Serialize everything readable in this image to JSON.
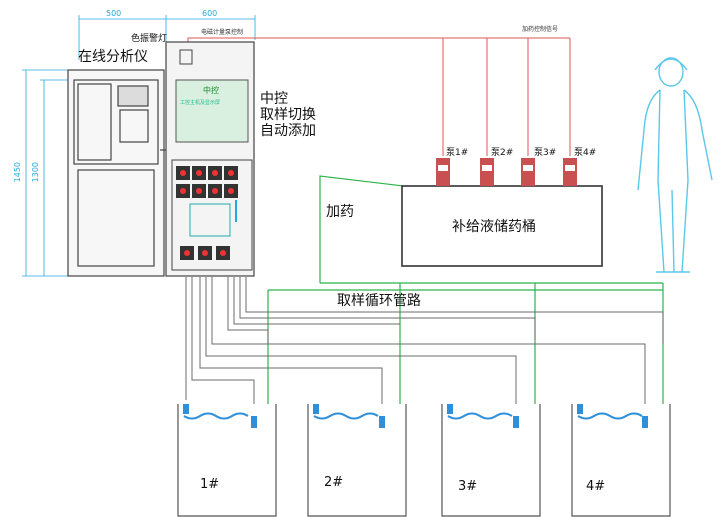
{
  "dimensions": {
    "width_a": "500",
    "width_b": "600",
    "height_outer": "1450",
    "height_inner": "1300"
  },
  "labels": {
    "analyzer": "在线分析仪",
    "alarm": "色振警灯",
    "signal_left": "电磁计量泵控制",
    "signal_right": "加药控制信号",
    "control_line1": "中控",
    "control_line2": "取样切换",
    "control_line3": "自动添加",
    "panel_title": "中控",
    "panel_subtitle": "工控主机及显示屏",
    "dosing": "加药",
    "tank": "补给液储药桶",
    "loop": "取样循环管路"
  },
  "pumps": [
    "泵1#",
    "泵2#",
    "泵3#",
    "泵4#"
  ],
  "basins": [
    "1#",
    "2#",
    "3#",
    "4#"
  ],
  "colors": {
    "dimension": "#25a9e0",
    "signal": "#e05555",
    "dosing": "#2db34a",
    "human": "#5bc8e8",
    "water": "#2f8fd8"
  }
}
